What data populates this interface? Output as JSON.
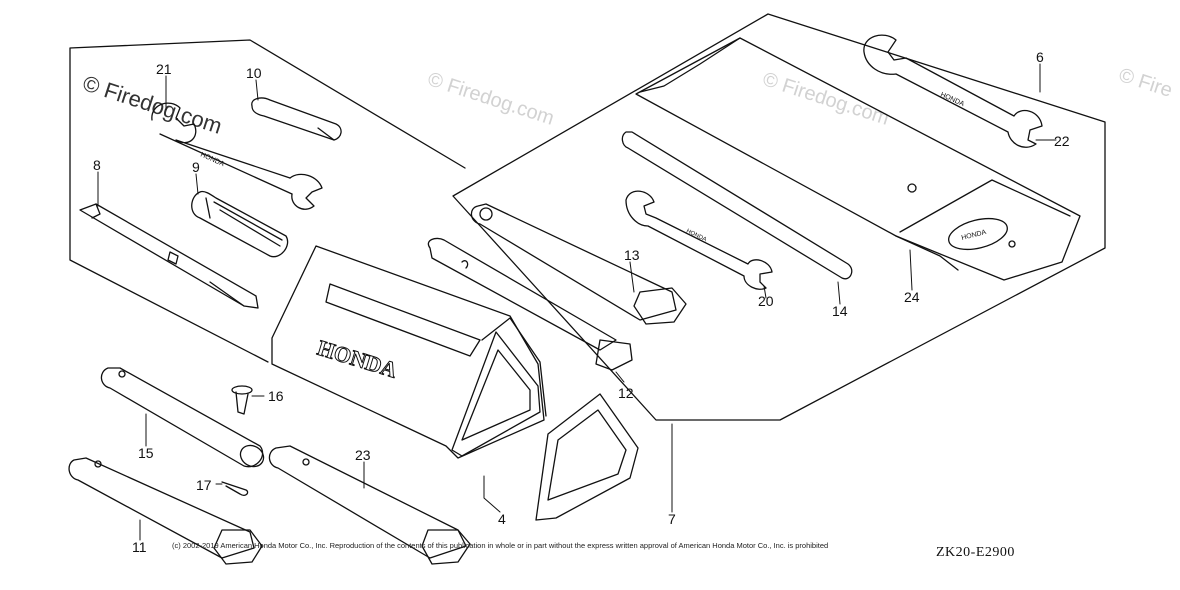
{
  "watermarks": [
    "© Firedog.com",
    "© Firedog.com",
    "© Firedog.com",
    "© Fire"
  ],
  "brand": "HONDA",
  "part_numbers": {
    "p4": "4",
    "p6": "6",
    "p7": "7",
    "p8": "8",
    "p9": "9",
    "p10": "10",
    "p11": "11",
    "p12": "12",
    "p13": "13",
    "p14": "14",
    "p15": "15",
    "p16": "16",
    "p17": "17",
    "p20": "20",
    "p21": "21",
    "p22": "22",
    "p23": "23",
    "p24": "24"
  },
  "copyright": "(c) 2002-2019 American Honda Motor Co., Inc. Reproduction of the contents of this publication in whole or in part without the express written approval of American Honda Motor Co., Inc. is prohibited",
  "diagram_code": "ZK20-E2900"
}
